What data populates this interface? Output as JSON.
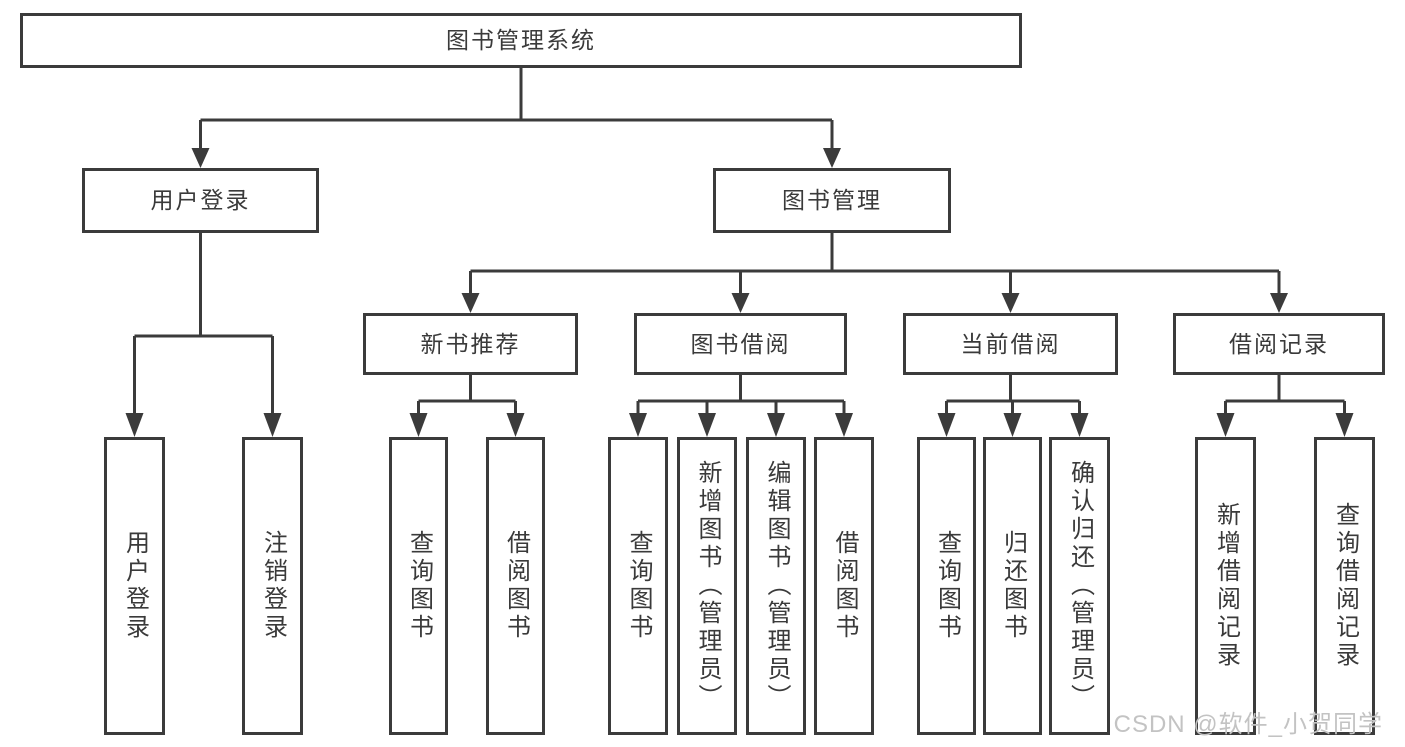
{
  "diagram": {
    "root": {
      "label": "图书管理系统"
    },
    "branches": {
      "user_login": {
        "label": "用户登录",
        "leaves": {
          "login": "用户登录",
          "logout": "注销登录"
        }
      },
      "book_management": {
        "label": "图书管理",
        "sections": {
          "new_book": {
            "label": "新书推荐",
            "leaves": {
              "query": "查询图书",
              "borrow": "借阅图书"
            }
          },
          "book_borrow": {
            "label": "图书借阅",
            "leaves": {
              "query": "查询图书",
              "add": "新增图书（管理员）",
              "edit": "编辑图书（管理员）",
              "borrow": "借阅图书"
            }
          },
          "current_borrow": {
            "label": "当前借阅",
            "leaves": {
              "query": "查询图书",
              "return": "归还图书",
              "confirm": "确认归还（管理员）"
            }
          },
          "borrow_record": {
            "label": "借阅记录",
            "leaves": {
              "add": "新增借阅记录",
              "query": "查询借阅记录"
            }
          }
        }
      }
    }
  },
  "watermark": {
    "text": "CSDN @软件_小贺同学"
  },
  "colors": {
    "line": "#3b3b3b",
    "text": "#3a3a3a",
    "background": "#ffffff",
    "watermark": "#c3c3c3"
  }
}
